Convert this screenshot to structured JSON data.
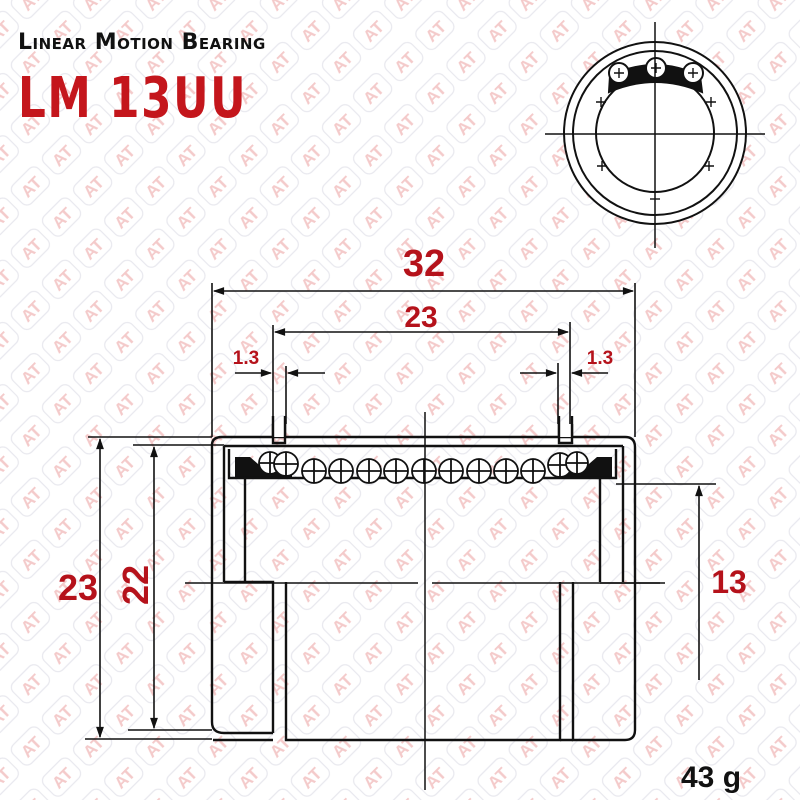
{
  "header": {
    "subtitle": "Linear Motion Bearing",
    "model": "LM 13UU"
  },
  "dimensions": {
    "overall_length": "32",
    "groove_spacing": "23",
    "groove_width_left": "1.3",
    "groove_width_right": "1.3",
    "outer_diameter": "23",
    "groove_diameter": "22",
    "inner_diameter": "13"
  },
  "weight": "43 g",
  "watermark": {
    "text": "AT",
    "color": "#f3c9c9"
  },
  "colors": {
    "accent": "#b5121b",
    "title": "#c4161c",
    "line": "#111111",
    "background": "#ffffff"
  }
}
